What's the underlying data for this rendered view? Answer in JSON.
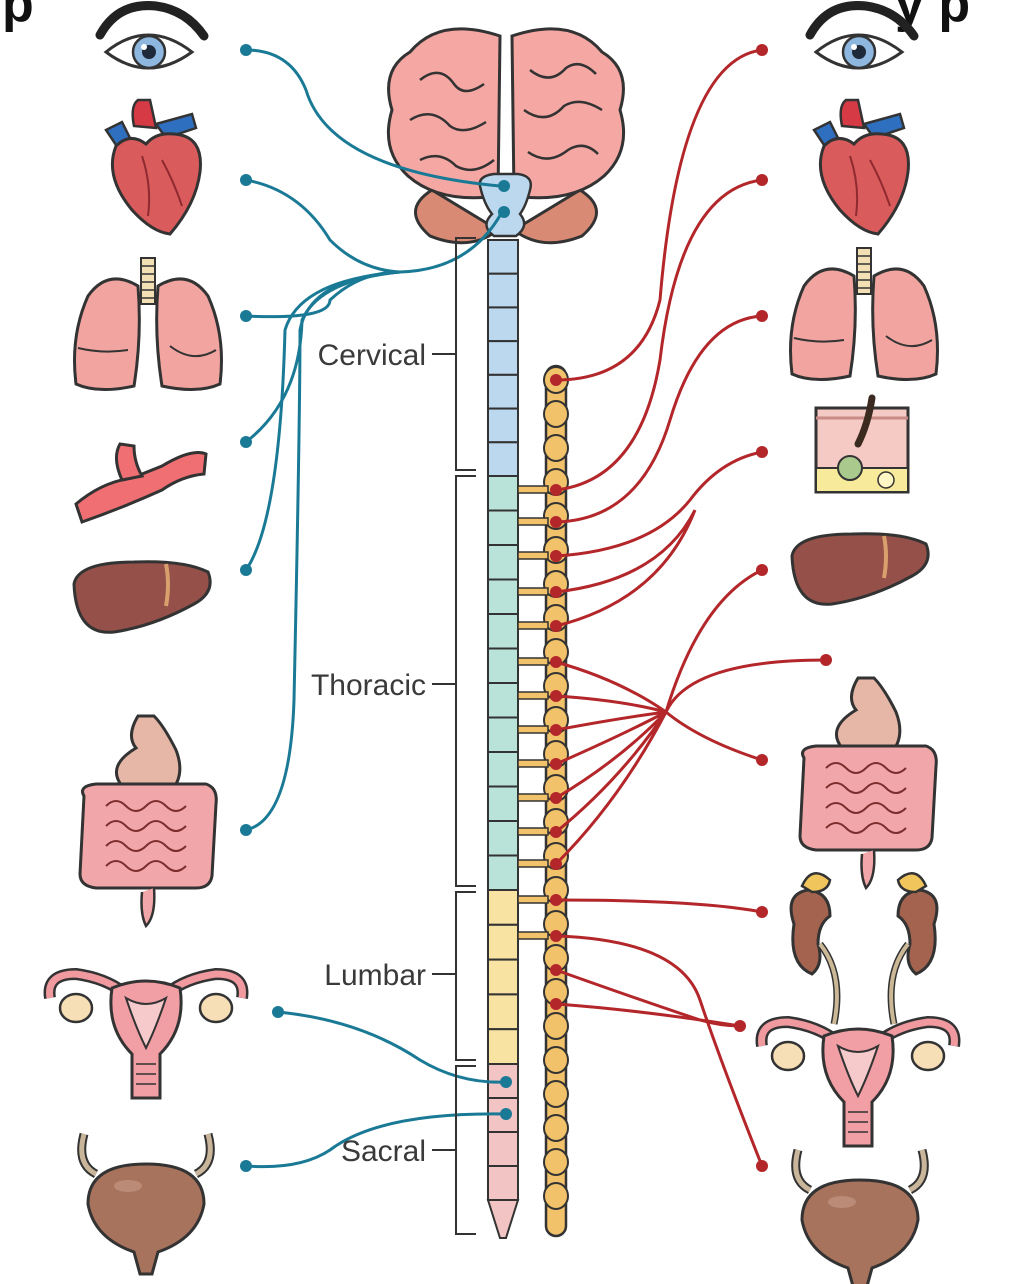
{
  "header": {
    "left_fragment": "p",
    "right_fragment": "y p"
  },
  "segments": [
    {
      "id": "cervical",
      "label": "Cervical"
    },
    {
      "id": "thoracic",
      "label": "Thoracic"
    },
    {
      "id": "lumbar",
      "label": "Lumbar"
    },
    {
      "id": "sacral",
      "label": "Sacral"
    }
  ],
  "left_organs": [
    "eye",
    "heart",
    "lungs",
    "blood-vessel",
    "liver",
    "stomach-and-intestines",
    "uterus",
    "bladder"
  ],
  "right_organs": [
    "eye",
    "heart",
    "lungs",
    "skin-and-hair-follicle",
    "liver",
    "stomach-and-intestines",
    "kidneys-and-adrenals",
    "uterus",
    "bladder"
  ],
  "colors": {
    "parasympathetic": "#1a7a96",
    "sympathetic": "#b3262a",
    "cervical": "#bcd8ee",
    "thoracic": "#b9e3d8",
    "lumbar": "#f8e3a2",
    "sacral": "#f2c4c4",
    "ganglion_chain": "#f2c26b"
  }
}
